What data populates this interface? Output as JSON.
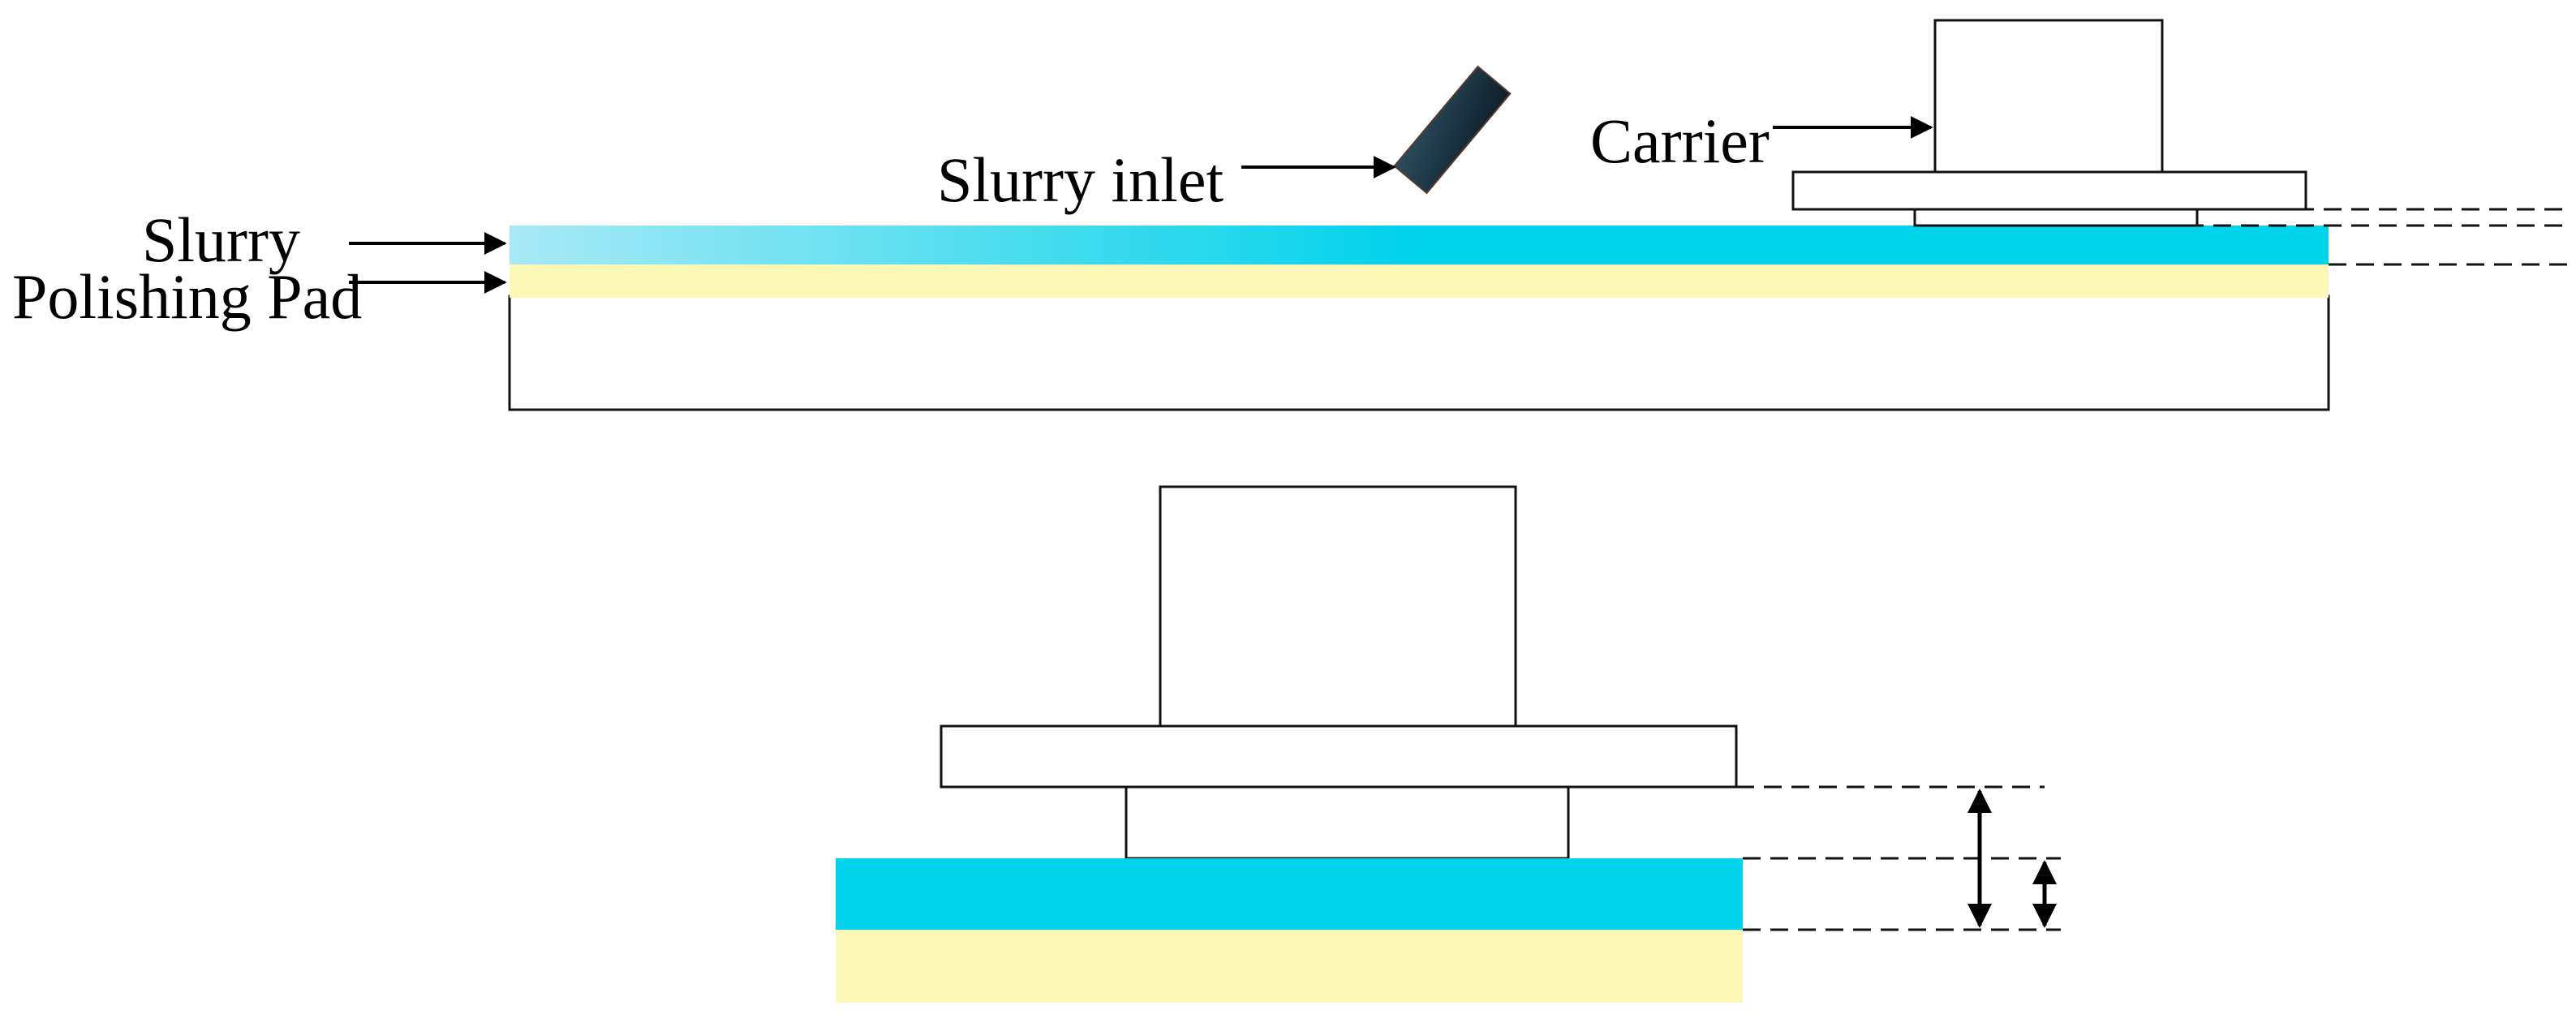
{
  "labels": {
    "slurry": "Slurry",
    "polishing_pad": "Polishing Pad",
    "slurry_inlet": "Slurry inlet",
    "carrier": "Carrier"
  },
  "colors": {
    "slurry": "#00d2ea",
    "slurry_light": "#9fe8f4",
    "pad": "#fbf8b8",
    "outline": "#111111",
    "inlet": "#1f3a4a"
  }
}
